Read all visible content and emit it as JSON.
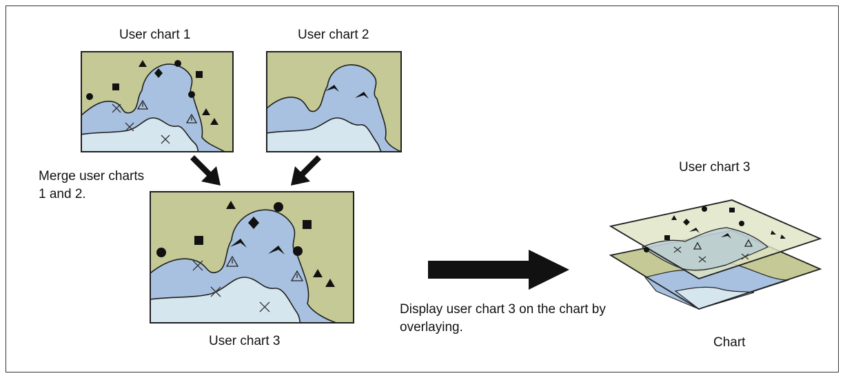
{
  "labels": {
    "user_chart_1": "User chart 1",
    "user_chart_2": "User chart 2",
    "user_chart_3_bottom": "User chart 3",
    "user_chart_3_overlay": "User chart 3",
    "chart": "Chart",
    "merge_caption": "Merge user charts 1 and 2.",
    "display_caption": "Display user chart 3 on the chart by overlaying."
  },
  "colors": {
    "land": "#c4c995",
    "sea": "#a8c1e0",
    "shallow": "#d6e6ee",
    "arrow": "#111111"
  },
  "icons": [
    "circle-symbol-icon",
    "square-symbol-icon",
    "triangle-symbol-icon",
    "diamond-symbol-icon",
    "arrowhead-symbol-icon",
    "warning-triangle-icon",
    "cross-mark-icon"
  ]
}
